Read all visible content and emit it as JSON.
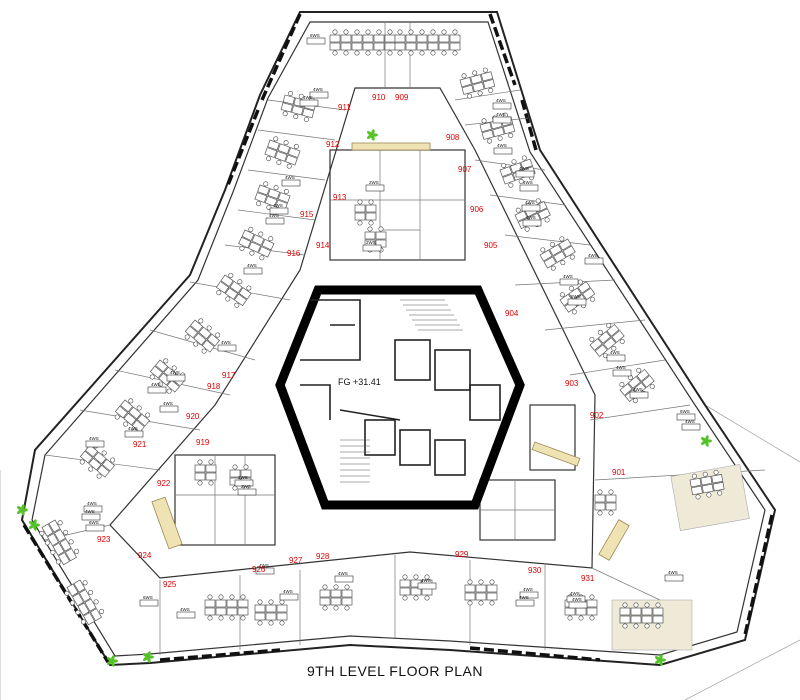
{
  "title": "9TH LEVEL FLOOR PLAN",
  "fg_label": "FG +31.41",
  "rooms": [
    "910",
    "909",
    "911",
    "908",
    "912",
    "907",
    "913",
    "906",
    "914",
    "905",
    "915",
    "916",
    "904",
    "917",
    "918",
    "903",
    "919",
    "902",
    "920",
    "921",
    "922",
    "901",
    "923",
    "924",
    "925",
    "926",
    "927",
    "928",
    "929",
    "930",
    "931"
  ],
  "tags": [
    "6WS",
    "4WS",
    "4WS",
    "4WS",
    "4WS",
    "4WS",
    "4WS",
    "4WS",
    "2WS",
    "4WS",
    "4WS",
    "2WS",
    "4WS",
    "4WS",
    "4WS",
    "4WS",
    "4WS",
    "4WS",
    "6WS",
    "4WS",
    "4WS",
    "4WS",
    "4WS",
    "4WS",
    "4WS",
    "6WS",
    "4WS",
    "4WS",
    "4WS",
    "4WS",
    "2WS",
    "2WS",
    "4WS",
    "4WS",
    "6WS",
    "4WS",
    "4WS",
    "4WS",
    "4WS",
    "4WS",
    "4WS",
    "4WS",
    "4WS",
    "4WS",
    "4WS",
    "6WS"
  ],
  "colors": {
    "room_number": "#e00000",
    "feature_wall": "#efe2b3",
    "plant": "#55c22a",
    "core": "#000000"
  }
}
